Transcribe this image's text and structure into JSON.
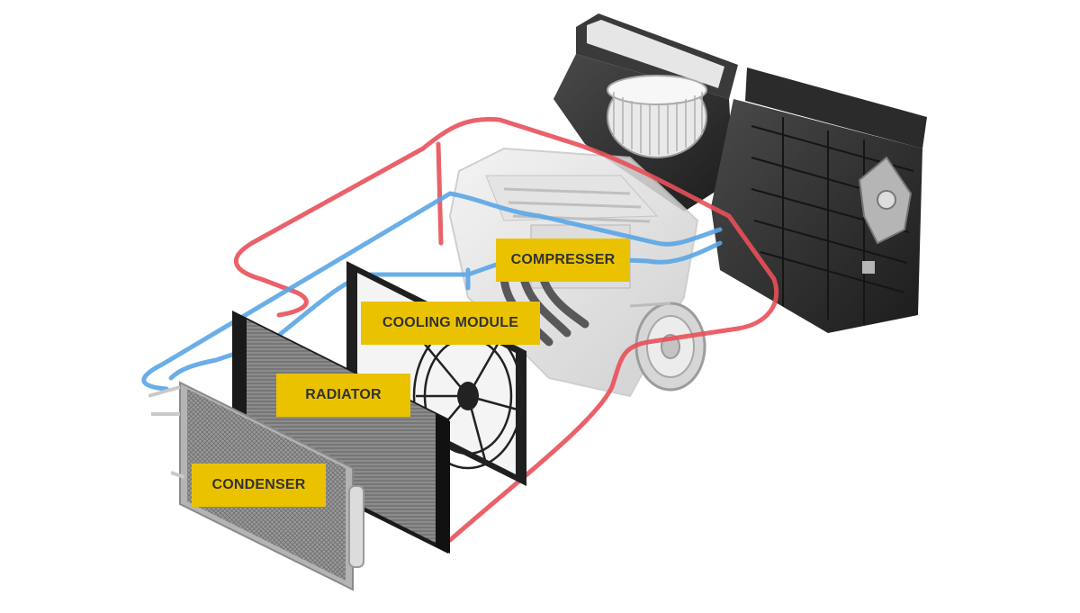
{
  "labels": {
    "compresser": "COMPRESSER",
    "cooling_module": "COOLING MODULE",
    "radiator": "RADIATOR",
    "condenser": "CONDENSER"
  },
  "colors": {
    "label_bg": "#eac200",
    "label_text": "#333333",
    "hot_line": "#e8505a",
    "cold_line": "#5aa6e6",
    "hvac_dark": "#2c2c2c",
    "core_gray": "#8a8a8a"
  },
  "components": {
    "hvac_unit": "hvac-unit",
    "blower": "blower-wheel",
    "engine": "engine-block",
    "compressor": "compressor",
    "fan": "cooling-fan",
    "radiator": "radiator",
    "condenser": "condenser"
  }
}
